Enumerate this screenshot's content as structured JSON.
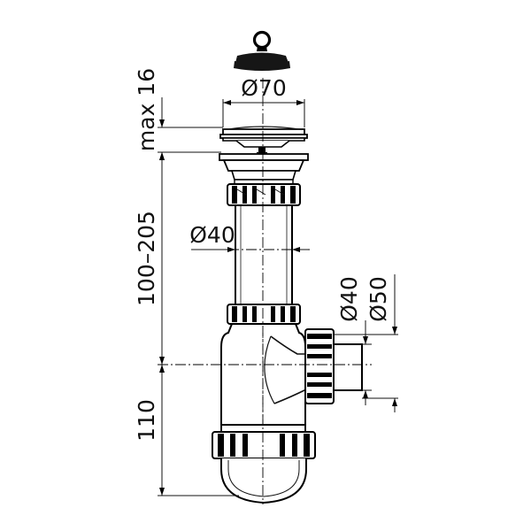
{
  "labels": {
    "max16": "max 16",
    "d70": "Ø70",
    "h100_205": "100–205",
    "d40_pipe": "Ø40",
    "d40_outlet": "Ø40",
    "d50_outlet": "Ø50",
    "h110": "110"
  }
}
